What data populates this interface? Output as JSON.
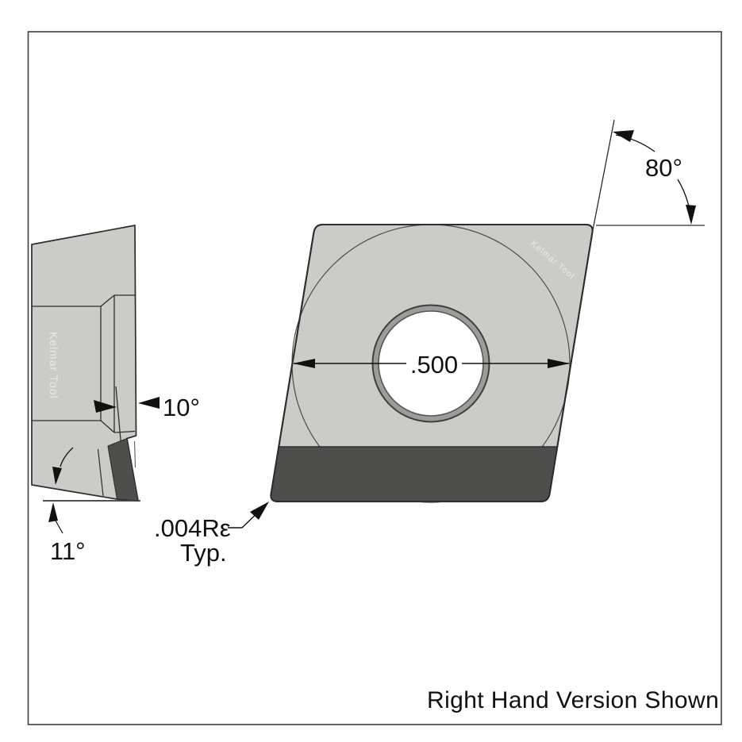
{
  "colors": {
    "body_gray": "#cbcbc8",
    "tip_dark": "#4e4e4c",
    "outline": "#2d2d2d",
    "text": "#111111",
    "border": "#3f3f3f"
  },
  "front_view": {
    "nose_angle_label": "80°",
    "hole_dimension_label": ".500",
    "corner_radius_label": ".004Rε",
    "corner_radius_typ_label": "Typ.",
    "watermark": "Kelmar Tool"
  },
  "side_view": {
    "top_relief_angle_label": "10°",
    "bottom_relief_angle_label": "11°",
    "watermark": "Kelmar Tool"
  },
  "footer": {
    "note": "Right Hand Version Shown"
  }
}
